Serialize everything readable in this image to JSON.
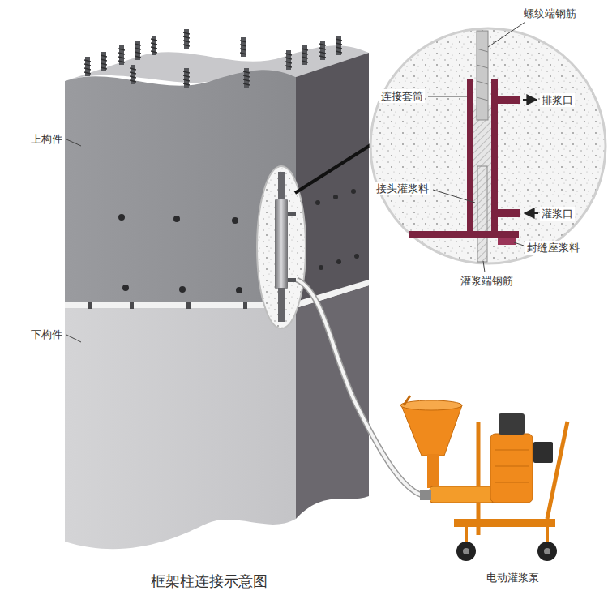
{
  "diagram": {
    "caption": "框架柱连接示意图",
    "labels": [
      "上构件",
      "下构件",
      "螺纹端钢筋",
      "连接套筒",
      "排浆口",
      "接头灌浆料",
      "灌浆口",
      "封缝座浆料",
      "灌浆端钢筋",
      "电动灌浆泵"
    ]
  }
}
